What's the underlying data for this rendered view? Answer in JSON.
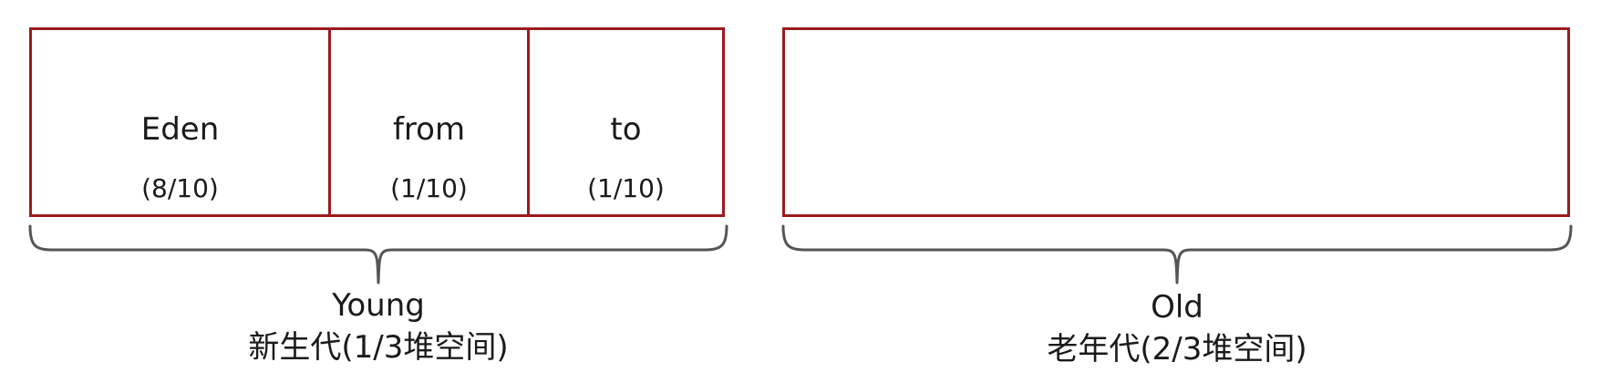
{
  "colors": {
    "border": "#9b1b1e",
    "brace": "#555555",
    "text": "#1a1a1a"
  },
  "young": {
    "cells": [
      {
        "name": "Eden",
        "ratio": "(8/10)"
      },
      {
        "name": "from",
        "ratio": "(1/10)"
      },
      {
        "name": "to",
        "ratio": "(1/10)"
      }
    ],
    "label": "Young",
    "sublabel": "新生代(1/3堆空间)"
  },
  "old": {
    "label": "Old",
    "sublabel": "老年代(2/3堆空间)"
  }
}
